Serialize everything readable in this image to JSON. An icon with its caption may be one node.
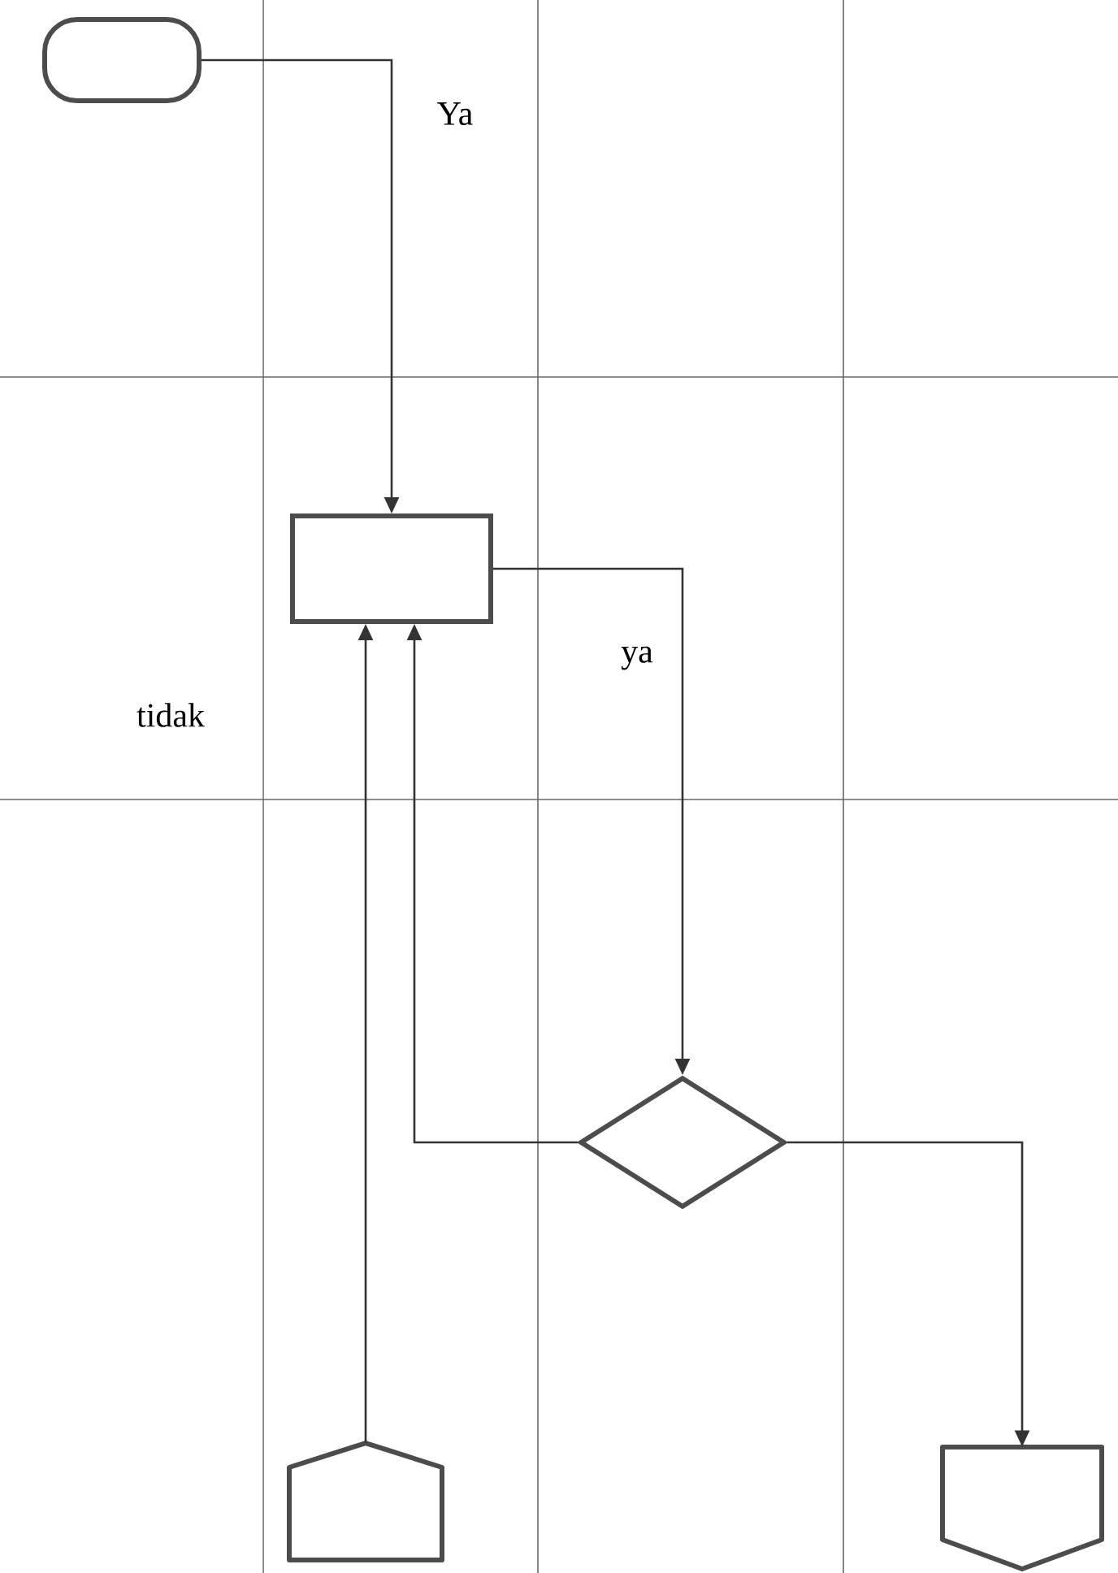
{
  "diagram": {
    "nodes": [
      {
        "text": [],
        "shape": "terminal"
      },
      {
        "text": [],
        "shape": "box"
      },
      {
        "text": [],
        "shape": "diamond"
      },
      {
        "text": [],
        "shape": "pentagon"
      },
      {
        "text": [],
        "shape": "pentagon"
      }
    ],
    "edges": [
      {
        "from": 0,
        "to": 1,
        "arrow": "to",
        "label": "Ya"
      },
      {
        "from": 1,
        "to": 2,
        "arrow": "to",
        "label": "ya"
      },
      {
        "from": 2,
        "to": 1,
        "arrow": "to"
      },
      {
        "from": 3,
        "to": 1,
        "arrow": "to"
      },
      {
        "from": 2,
        "to": 4,
        "arrow": "to"
      }
    ],
    "labels": [
      "tidak"
    ]
  }
}
